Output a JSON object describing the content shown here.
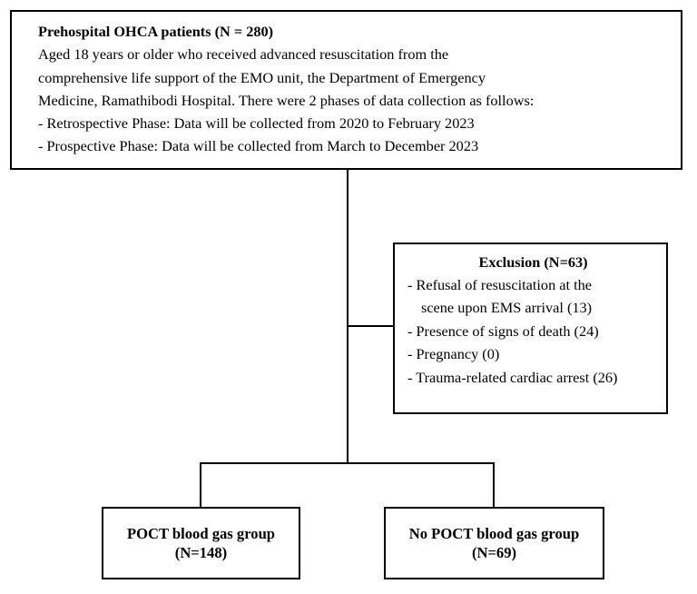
{
  "diagram": {
    "type": "study-flow-diagram",
    "colors": {
      "stroke": "#000000",
      "background": "#ffffff",
      "text": "#000000"
    },
    "enrollment": {
      "title": "Prehospital OHCA patients (N = 280)",
      "lines": [
        "Aged 18 years or older who received advanced resuscitation from the",
        "comprehensive life support of the EMO unit, the Department of Emergency",
        "Medicine, Ramathibodi Hospital. There were 2 phases of data collection as follows:",
        "- Retrospective Phase: Data will be collected from 2020 to February 2023",
        "- Prospective Phase: Data will be collected from March to December 2023"
      ],
      "total": 280
    },
    "exclusion": {
      "title": "Exclusion (N=63)",
      "total": 63,
      "items": [
        {
          "label": "- Refusal of resuscitation at the",
          "continuation": "scene upon EMS arrival (13)",
          "count": 13
        },
        {
          "label": "- Presence of signs of death (24)",
          "continuation": null,
          "count": 24
        },
        {
          "label": "- Pregnancy (0)",
          "continuation": null,
          "count": 0
        },
        {
          "label": "- Trauma-related cardiac arrest (26)",
          "continuation": null,
          "count": 26
        }
      ]
    },
    "groups": [
      {
        "name": "POCT blood gas group",
        "count_label": "(N=148)",
        "count": 148
      },
      {
        "name": "No POCT blood gas group",
        "count_label": "(N=69)",
        "count": 69
      }
    ]
  }
}
